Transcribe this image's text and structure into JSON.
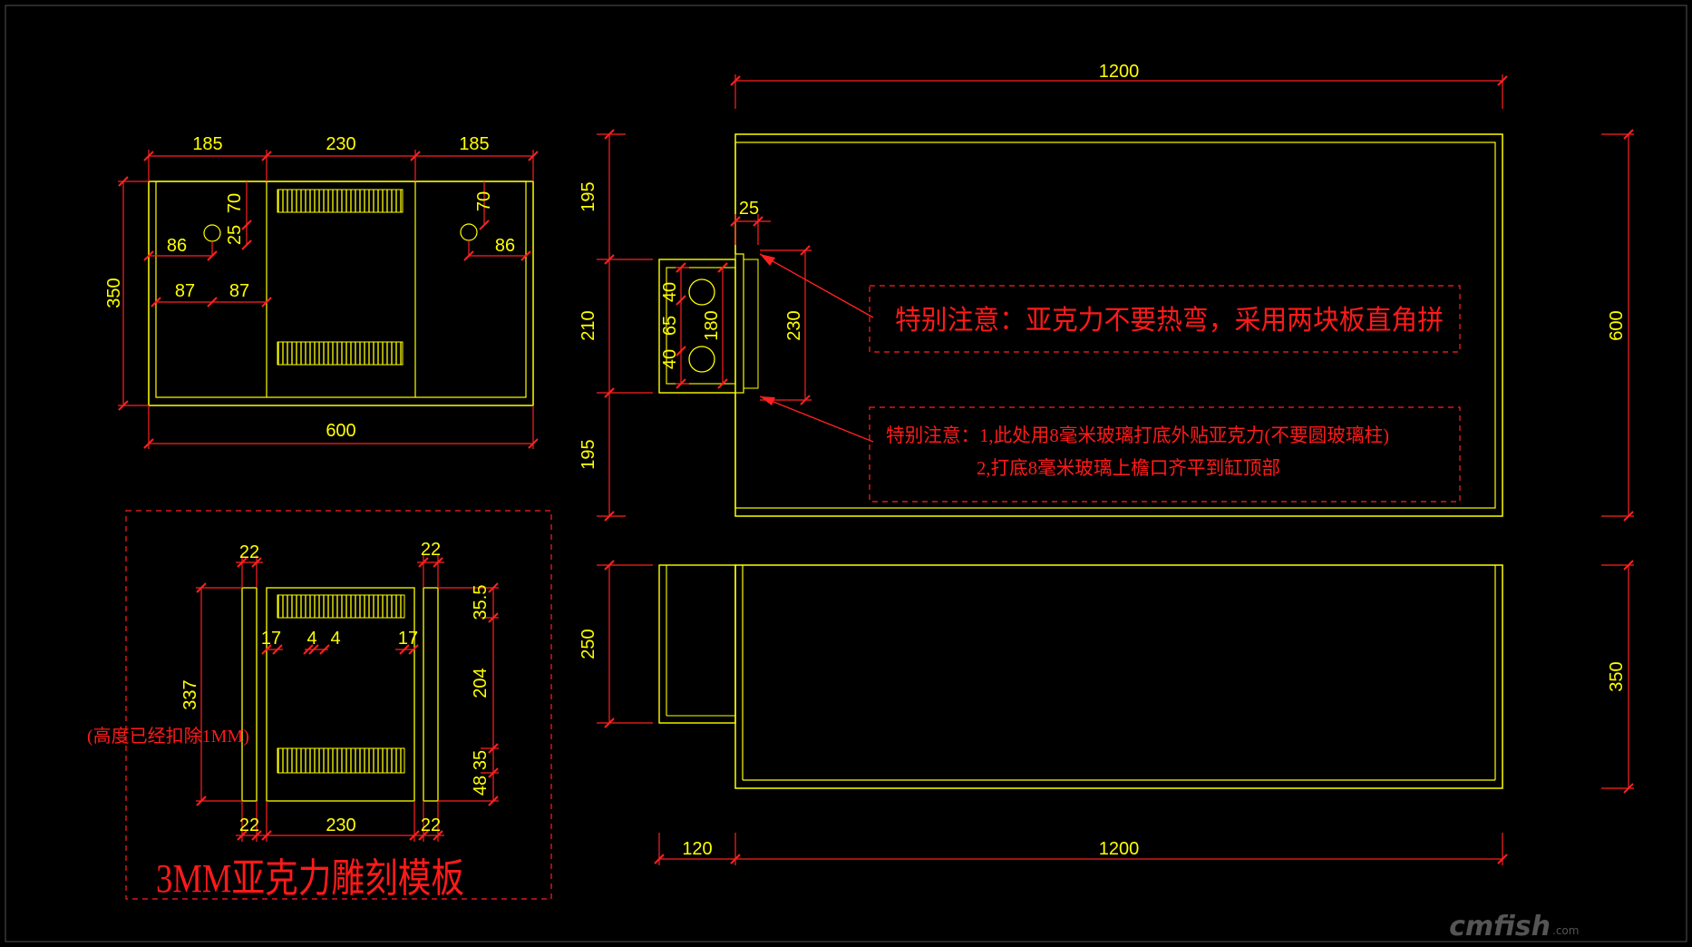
{
  "colors": {
    "background": "#000000",
    "outline": "#ffff00",
    "dimension_line": "#ff1a1a",
    "note_text": "#ff1a1a",
    "dimension_text": "#ffff00"
  },
  "top_left_view": {
    "dims": {
      "w185a": "185",
      "w230": "230",
      "w185b": "185",
      "h70a": "70",
      "h25": "25",
      "h70b": "70",
      "d86a": "86",
      "d86b": "86",
      "d87a": "87",
      "d87b": "87",
      "h350": "350",
      "w600": "600"
    }
  },
  "template_view": {
    "dims": {
      "t22a": "22",
      "t22b": "22",
      "t355": "35.5",
      "t17a": "17",
      "t4a": "4",
      "t4b": "4",
      "t17b": "17",
      "t337": "337",
      "t204": "204",
      "t35": "35",
      "t48": "48",
      "b22a": "22",
      "b230": "230",
      "b22b": "22"
    },
    "height_note": "(高度已经扣除1MM)",
    "title": "3MM亚克力雕刻模板"
  },
  "plan_view": {
    "dims": {
      "w1200": "1200",
      "l195a": "195",
      "l210": "210",
      "l195b": "195",
      "r600": "600",
      "d25": "25",
      "d40a": "40",
      "d65": "65",
      "d40b": "40",
      "d180": "180",
      "d230": "230"
    },
    "note1": "特别注意：亚克力不要热弯，采用两块板直角拼",
    "note2_line1": "特别注意：1,此处用8毫米玻璃打底外贴亚克力(不要圆玻璃柱)",
    "note2_line2": "2,打底8毫米玻璃上檐口齐平到缸顶部"
  },
  "elevation_view": {
    "dims": {
      "l250": "250",
      "r350": "350",
      "b120": "120",
      "b1200": "1200"
    }
  },
  "watermark": {
    "main": "cmfish",
    "suffix": ".com"
  }
}
